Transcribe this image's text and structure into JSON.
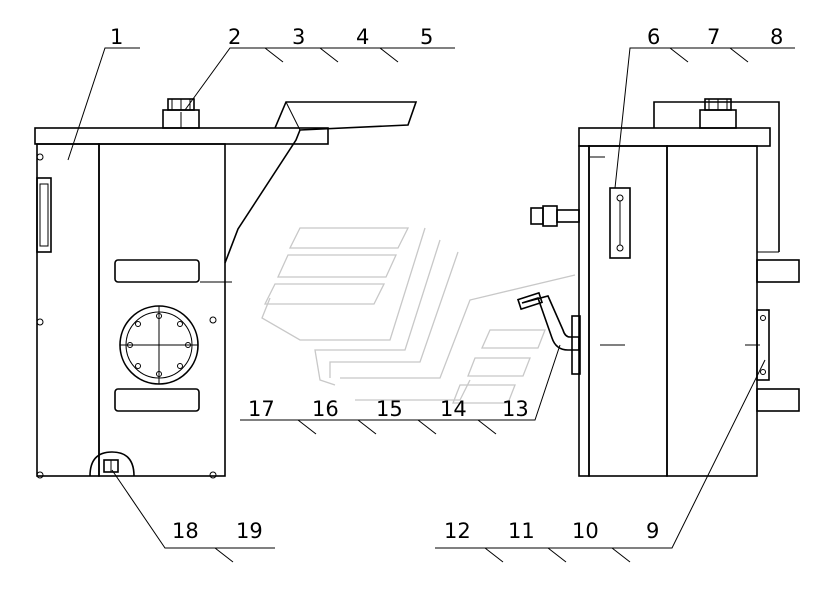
{
  "callouts": {
    "n1": "1",
    "n2": "2",
    "n3": "3",
    "n4": "4",
    "n5": "5",
    "n6": "6",
    "n7": "7",
    "n8": "8",
    "n9": "9",
    "n10": "10",
    "n11": "11",
    "n12": "12",
    "n13": "13",
    "n14": "14",
    "n15": "15",
    "n16": "16",
    "n17": "17",
    "n18": "18",
    "n19": "19"
  },
  "colors": {
    "line": "#000000",
    "watermark": "#c8c8c8",
    "background": "#ffffff"
  }
}
